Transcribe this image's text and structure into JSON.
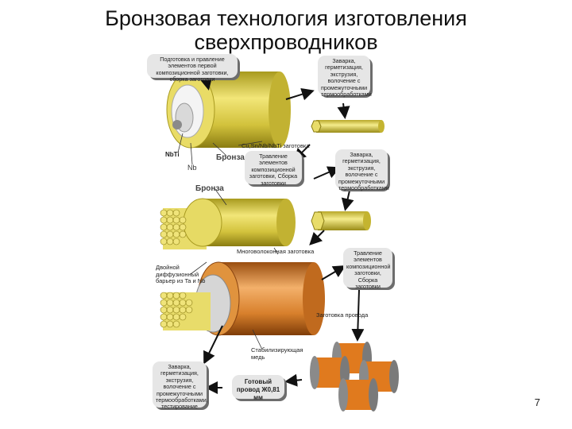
{
  "title_line1": "Бронзовая технология изготовления",
  "title_line2": "сверхпроводников",
  "boxes": {
    "prep": "Подготовка и правление элементов первой композиционной заготовки, сборка заготовки",
    "weld1": "Заварка, герметизация, экструзия, волочение с промежуточными термообработками",
    "stack1": "Травление элементов композиционной заготовки, Сборка заготовки",
    "weld2": "Заварка, герметизация, экструзия, волочение с промежуточными термообработками",
    "stack2": "Травление элементов композиционной заготовки, Сборка заготовки",
    "weld3": "Заварка, герметизация, экструзия, волочение с промежуточными термообработками, тестирование",
    "final": "Готовый провод Ж0,81 мм"
  },
  "labels": {
    "nbti": "NbTi",
    "nb": "Nb",
    "bronze1": "Бронза",
    "bronze2": "Бронза",
    "billet1": "Cu,Sn/Nb/NbTi заготовка",
    "multi": "Многоволоконная заготовка",
    "barrier": "Двойной диффузионный барьер из Ta и Nb",
    "wire_billet": "Заготовка провода",
    "copper": "Стабилизирующая медь"
  },
  "page_number": "7",
  "colors": {
    "bronze": "#d8c84a",
    "copper": "#d9822e",
    "box_bg": "#e6e6e6"
  }
}
